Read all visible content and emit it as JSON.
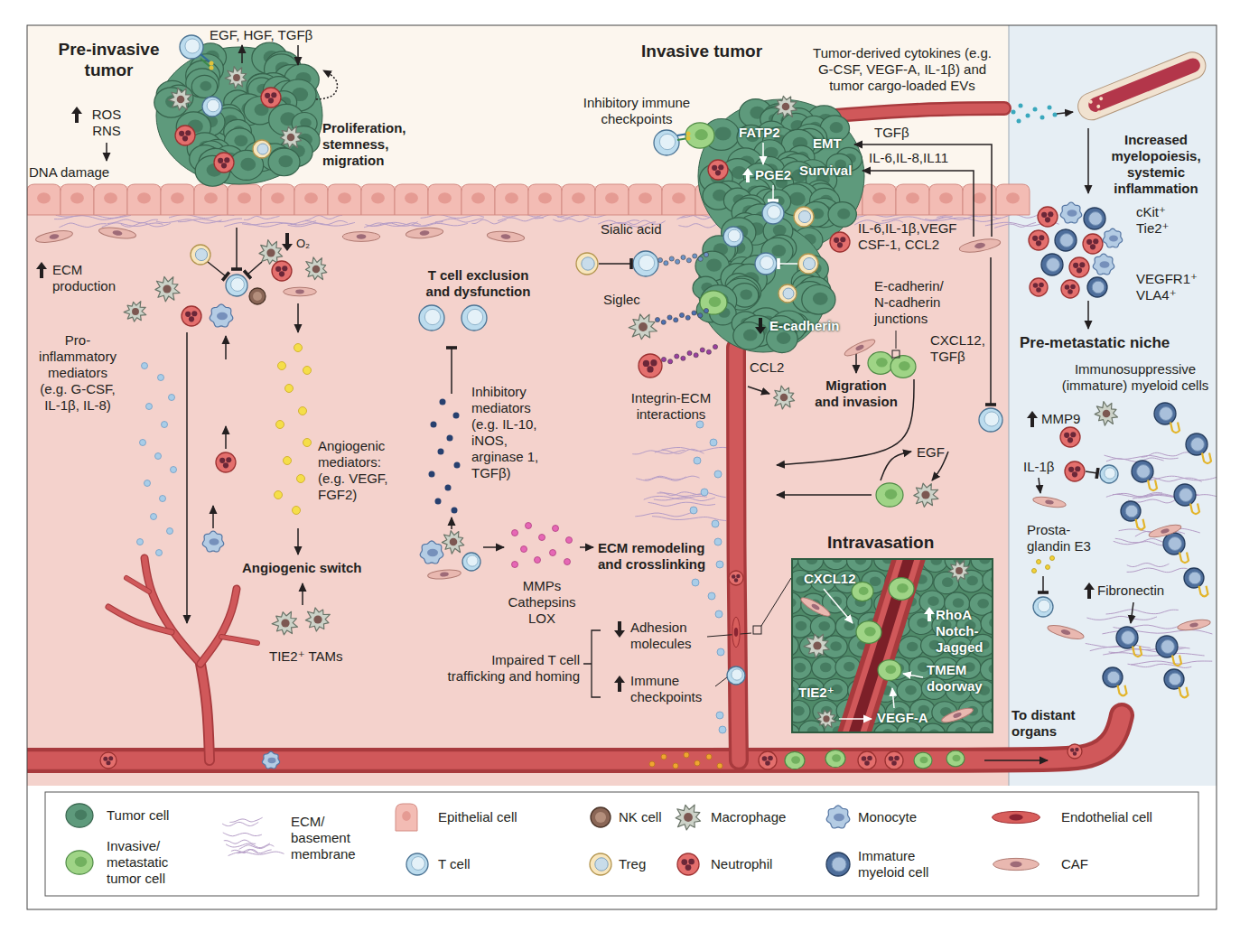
{
  "diagram": {
    "nodes": [
      {
        "text": [
          "FATP2",
          "PGE2",
          "EMT",
          "Survival",
          "E-cadherin"
        ]
      },
      {
        "text": [
          "Intravasation",
          "CXCL12",
          "RhoA Notch-Jagged",
          "TMEM doorway",
          "TIE2⁺",
          "VEGF-A"
        ]
      },
      {
        "text": [
          "Increased myelopoiesis, systemic inflammation",
          "cKit⁺ Tie2⁺",
          "VEGFR1⁺ VLA4⁺",
          "Pre-metastatic niche",
          "Immunosuppressive (immature) myeloid cells",
          "MMP9",
          "IL-1β",
          "Prosta- glandin E3",
          "Fibronectin",
          "To distant organs"
        ]
      }
    ],
    "labels": [
      "Pre-invasive tumor",
      "EGF, HGF, TGFβ",
      "ROS RNS",
      "Proliferation, stemness, migration",
      "DNA damage",
      "ECM production",
      "Pro-inflammatory mediators (e.g. G-CSF, IL-1β, IL-8)",
      "O₂",
      "Angiogenic mediators: (e.g. VEGF, FGF2)",
      "Angiogenic switch",
      "TIE2⁺ TAMs",
      "T cell exclusion and dysfunction",
      "Inhibitory mediators (e.g. IL-10, iNOS, arginase 1, TGFβ)",
      "MMPs Cathepsins LOX",
      "ECM remodeling and crosslinking",
      "Impaired T cell trafficking and homing",
      "Adhesion molecules",
      "Immune checkpoints",
      "Invasive tumor",
      "Tumor-derived cytokines (e.g. G-CSF, VEGF-A, IL-1β) and tumor cargo-loaded EVs",
      "Inhibitory immune checkpoints",
      "TGFβ",
      "IL-6,IL-8,IL11",
      "IL-6,IL-1β,VEGF CSF-1, CCL2",
      "Sialic acid",
      "Siglec",
      "Integrin-ECM interactions",
      "CCL2",
      "E-cadherin/ N-cadherin junctions",
      "Migration and invasion",
      "CXCL12, TGFβ",
      "EGF"
    ],
    "legend": [
      {
        "text": "Tumor cell"
      },
      {
        "text": "Invasive/ metastatic tumor cell"
      },
      {
        "text": "ECM/ basement membrane"
      },
      {
        "text": "Epithelial cell"
      },
      {
        "text": "T cell"
      },
      {
        "text": "NK cell"
      },
      {
        "text": "Treg"
      },
      {
        "text": "Macrophage"
      },
      {
        "text": "Neutrophil"
      },
      {
        "text": "Monocyte"
      },
      {
        "text": "Immature myeloid cell"
      },
      {
        "text": "Endothelial cell"
      },
      {
        "text": "CAF"
      }
    ]
  }
}
